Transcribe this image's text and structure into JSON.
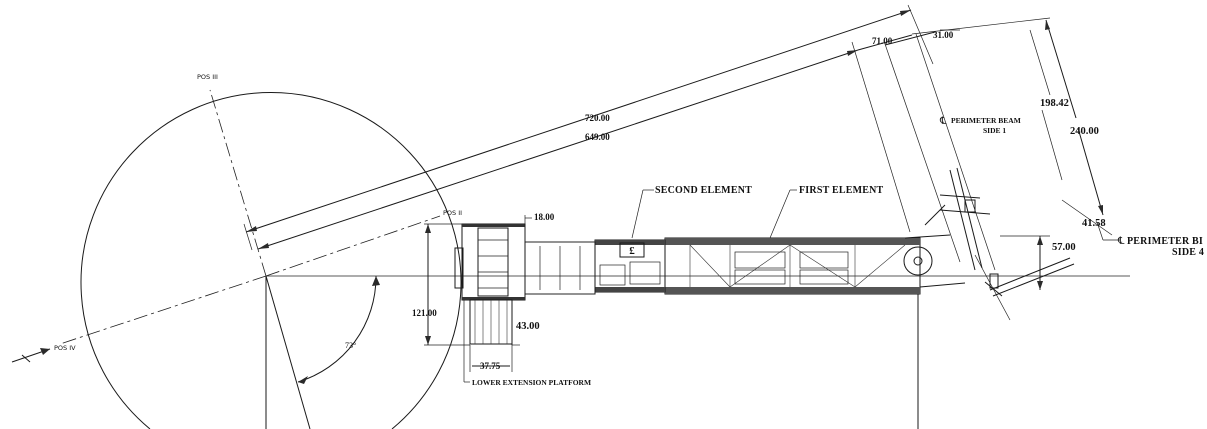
{
  "labels": {
    "pos_iii": "POS III",
    "pos_ii": "POS II",
    "pos_iv": "POS IV",
    "second_element": "SECOND ELEMENT",
    "first_element": "FIRST ELEMENT",
    "perimeter_beam_side1_line1": "PERIMETER BEAM",
    "perimeter_beam_side1_line2": "SIDE 1",
    "perimeter_beam_side4_line1": "PERIMETER BI",
    "perimeter_beam_side4_line2": "SIDE 4",
    "lower_extension_platform": "LOWER EXTENSION PLATFORM",
    "angle": "73°",
    "centerline_symbol": "℄"
  },
  "dimensions": {
    "d720": "720.00",
    "d649": "649.00",
    "d71": "71.00",
    "d31": "31.00",
    "d198": "198.42",
    "d240": "240.00",
    "d41": "41.58",
    "d57": "57.00",
    "d18": "18.00",
    "d121": "121.00",
    "d43": "43.00",
    "d37": "37.75"
  }
}
